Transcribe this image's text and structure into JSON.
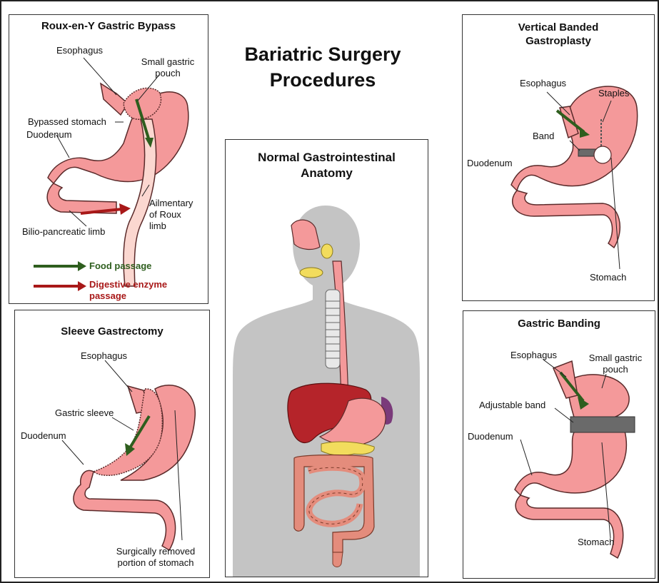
{
  "title_line1": "Bariatric Surgery",
  "title_line2": "Procedures",
  "roux": {
    "title": "Roux-en-Y Gastric Bypass",
    "esophagus": "Esophagus",
    "pouch_line1": "Small gastric",
    "pouch_line2": "pouch",
    "bypassed": "Bypassed stomach",
    "duodenum": "Duodenum",
    "alimentary_line1": "Ailmentary",
    "alimentary_line2": "of Roux",
    "alimentary_line3": "limb",
    "biliopancreatic": "Bilio-pancreatic limb",
    "legend_food": "Food passage",
    "legend_enzyme_line1": "Digestive enzyme",
    "legend_enzyme_line2": "passage",
    "food_color": "#2e5e1e",
    "enzyme_color": "#a81818"
  },
  "vbg": {
    "title_line1": "Vertical Banded",
    "title_line2": "Gastroplasty",
    "esophagus": "Esophagus",
    "staples": "Staples",
    "band": "Band",
    "duodenum": "Duodenum",
    "stomach": "Stomach"
  },
  "normal": {
    "title_line1": "Normal Gastrointestinal",
    "title_line2": "Anatomy"
  },
  "sleeve": {
    "title": "Sleeve Gastrectomy",
    "esophagus": "Esophagus",
    "gastric_sleeve": "Gastric sleeve",
    "duodenum": "Duodenum",
    "removed_line1": "Surgically removed",
    "removed_line2": "portion of stomach"
  },
  "banding": {
    "title": "Gastric Banding",
    "esophagus": "Esophagus",
    "pouch_line1": "Small gastric",
    "pouch_line2": "pouch",
    "adjustable_band": "Adjustable band",
    "duodenum": "Duodenum",
    "stomach": "Stomach"
  },
  "colors": {
    "stomach": "#f4999a",
    "stomach_outline": "#5a2a2a",
    "body_silhouette": "#c4c4c4",
    "liver": "#b5242a",
    "band": "#6a6a6a"
  }
}
